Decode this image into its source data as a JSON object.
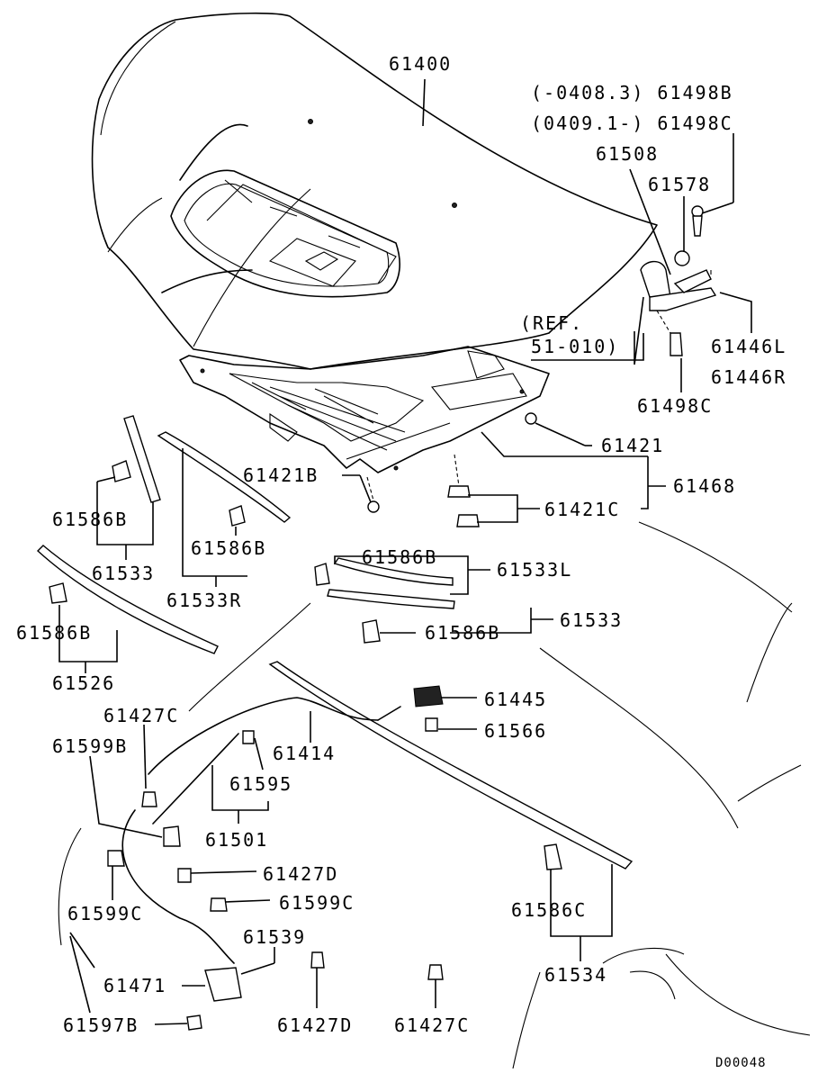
{
  "labels": {
    "p61400": "61400",
    "p61498b_range": "(-0408.3) 61498B",
    "p61498c_range": "(0409.1-) 61498C",
    "p61508": "61508",
    "p61578": "61578",
    "ref_1": "(REF.",
    "ref_2": "51-010)",
    "p61446l": "61446L",
    "p61446r": "61446R",
    "p61498c": "61498C",
    "p61421": "61421",
    "p61421b": "61421B",
    "p61468": "61468",
    "p61421c": "61421C",
    "p61586b_a": "61586B",
    "p61533_a": "61533",
    "p61586b_b": "61586B",
    "p61533r": "61533R",
    "p61586b_c": "61586B",
    "p61533l": "61533L",
    "p61533_b": "61533",
    "p61586b_d": "61586B",
    "p61586b_e": "61586B",
    "p61526": "61526",
    "p61427c_a": "61427C",
    "p61445": "61445",
    "p61566": "61566",
    "p61599b": "61599B",
    "p61414": "61414",
    "p61595": "61595",
    "p61501": "61501",
    "p61427d_a": "61427D",
    "p61599c_a": "61599C",
    "p61599c_b": "61599C",
    "p61539": "61539",
    "p61586c": "61586C",
    "p61471": "61471",
    "p61534": "61534",
    "p61597b": "61597B",
    "p61427d_b": "61427D",
    "p61427c_b": "61427C",
    "diagram_code": "D00048"
  }
}
